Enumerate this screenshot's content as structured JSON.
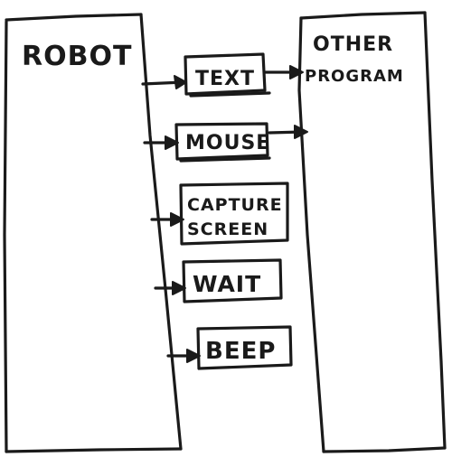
{
  "diagram": {
    "left_column": {
      "label": "ROBOT"
    },
    "right_column": {
      "label_line1": "OTHER",
      "label_line2": "PROGRAM"
    },
    "actions": [
      {
        "id": "text",
        "label_line1": "TEXT",
        "label_line2": ""
      },
      {
        "id": "mouse",
        "label_line1": "MOUSE",
        "label_line2": ""
      },
      {
        "id": "capture",
        "label_line1": "CAPTURE",
        "label_line2": "SCREEN"
      },
      {
        "id": "wait",
        "label_line1": "WAIT",
        "label_line2": ""
      },
      {
        "id": "beep",
        "label_line1": "BEEP",
        "label_line2": ""
      }
    ],
    "ink_color": "#1a1a1a"
  }
}
